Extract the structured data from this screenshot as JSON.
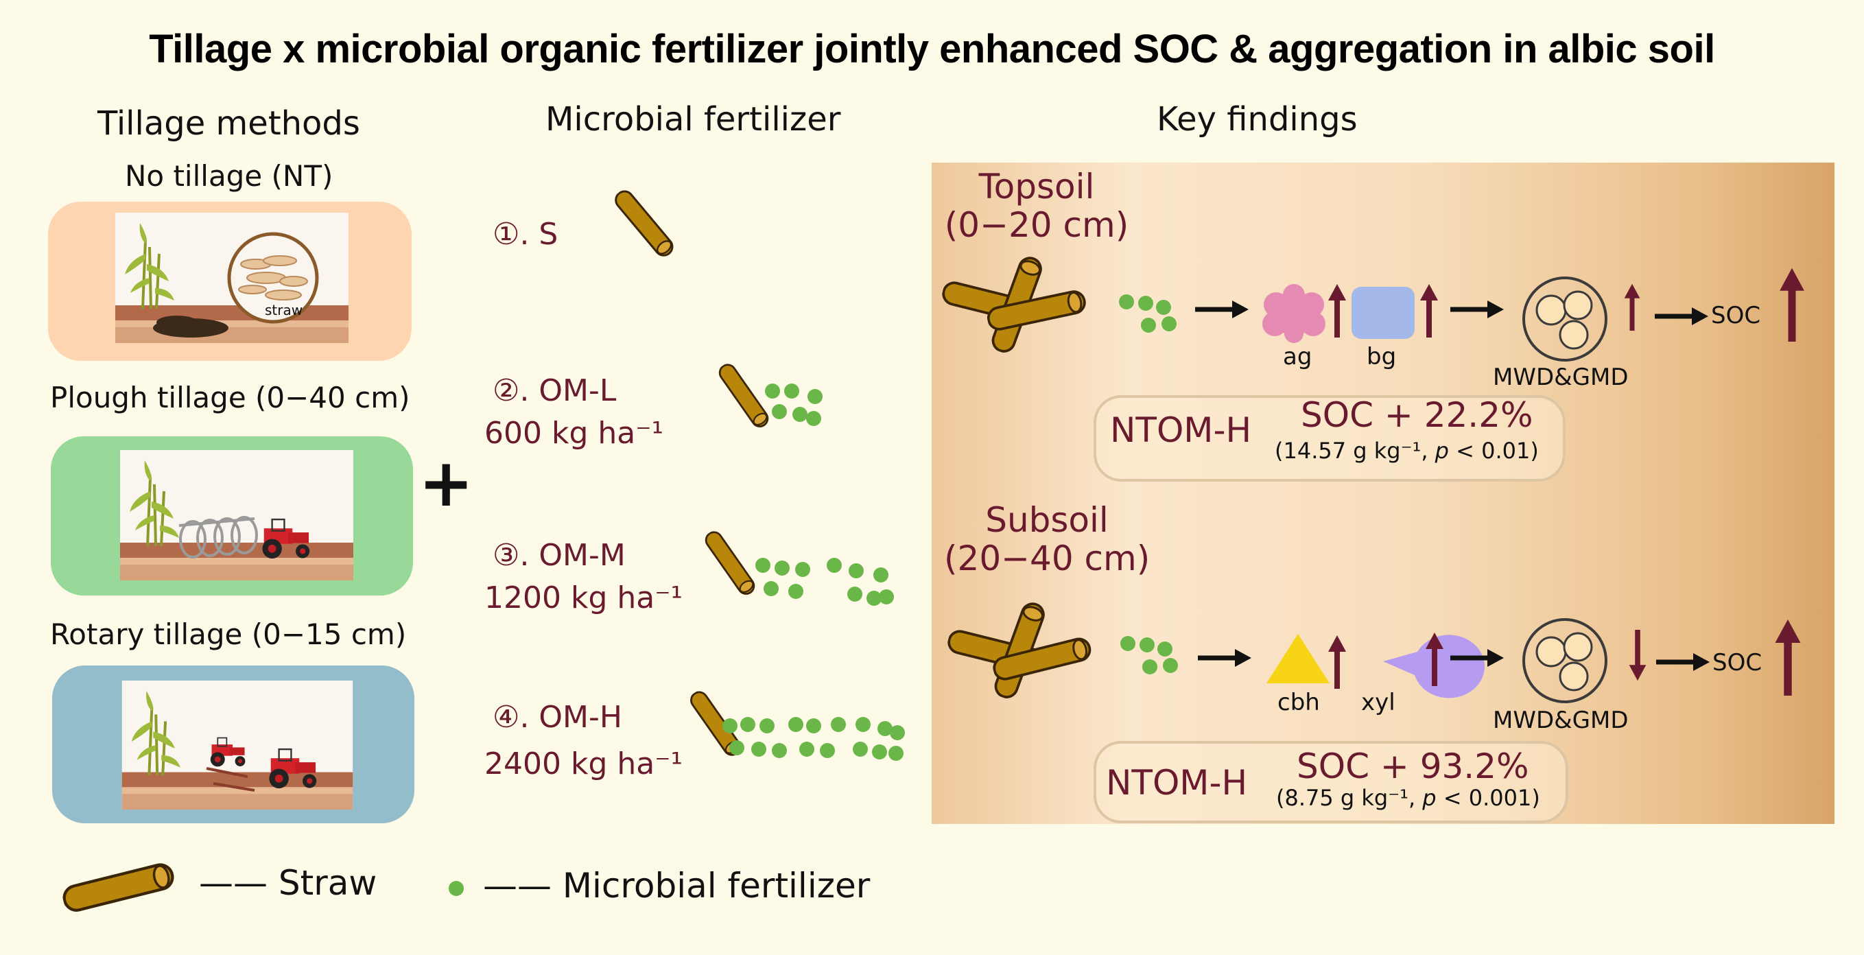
{
  "title": "Tillage x microbial organic fertilizer jointly enhanced SOC & aggregation in albic soil",
  "headers": {
    "tillage": "Tillage methods",
    "fertilizer": "Microbial fertilizer",
    "findings": "Key findings"
  },
  "tillage_methods": [
    {
      "label": "No tillage (NT)",
      "panel_color": "#fdd6b1",
      "inset_label": "straw"
    },
    {
      "label": "Plough tillage (0−40 cm)",
      "panel_color": "#98d99a"
    },
    {
      "label": "Rotary tillage (0−15 cm)",
      "panel_color": "#94bdcc"
    }
  ],
  "plus_sign": "+",
  "fertilizer_treatments": [
    {
      "number": "①",
      "code": ". S",
      "rate": ""
    },
    {
      "number": "②",
      "code": ". OM-L",
      "rate": "600 kg ha⁻¹"
    },
    {
      "number": "③",
      "code": ". OM-M",
      "rate": "1200 kg ha⁻¹"
    },
    {
      "number": "④",
      "code": ". OM-H",
      "rate": "2400 kg ha⁻¹"
    }
  ],
  "topsoil": {
    "heading_line1": "Topsoil",
    "heading_line2": "(0−20 cm)",
    "enzyme1": "ag",
    "enzyme2": "bg",
    "aggregate": "MWD&GMD",
    "target": "SOC",
    "treatment": "NTOM-H",
    "result": "SOC + 22.2%",
    "detail": "(14.57 g kg⁻¹, ",
    "p_symbol": "p",
    "p_value": " < 0.01)"
  },
  "subsoil": {
    "heading_line1": "Subsoil",
    "heading_line2": "(20−40 cm)",
    "enzyme1": "cbh",
    "enzyme2": "xyl",
    "aggregate": "MWD&GMD",
    "target": "SOC",
    "treatment": "NTOM-H",
    "result": "SOC + 93.2%",
    "detail": "(8.75 g kg⁻¹, ",
    "p_symbol": "p",
    "p_value": " < 0.001)"
  },
  "legend": {
    "straw": "—— Straw",
    "fertilizer": "—— Microbial fertilizer"
  },
  "colors": {
    "straw": "#b8860b",
    "straw_outline": "#3a2508",
    "fertilizer_dot": "#6ab648",
    "maroon": "#6a1a2e",
    "ag": "#e58bb3",
    "bg": "#a5b8ea",
    "cbh": "#f7d415",
    "xyl": "#b59cf0"
  }
}
